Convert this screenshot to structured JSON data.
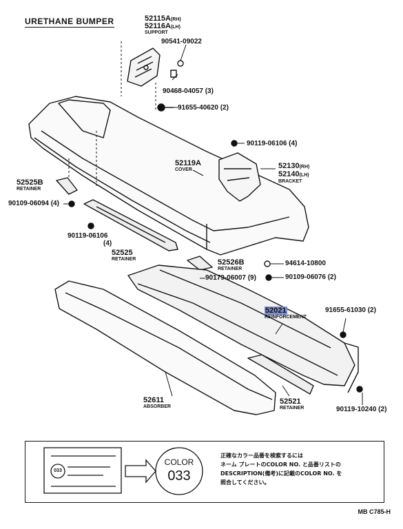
{
  "title": "URETHANE BUMPER",
  "parts": {
    "p52115": "52115A",
    "p52115_side": "(RH)",
    "p52116": "52116A",
    "p52116_side": "(LH)",
    "support": "SUPPORT",
    "p90541": "90541-09022",
    "p90468": "90468-04057 (3)",
    "p91655a": "91655-40620 (2)",
    "p90119a": "90119-06106 (4)",
    "p52119": "52119A",
    "cover": "COVER",
    "p52130": "52130",
    "p52130_side": "(RH)",
    "p52140": "52140",
    "p52140_side": "(LH)",
    "bracket": "BRACKET",
    "p52525b": "52525B",
    "retainer_b": "RETAINER",
    "p90109a": "90109-06094 (4)",
    "p90119b": "90119-06106",
    "p90119b_qty": "(4)",
    "p52525": "52525",
    "retainer_525": "RETAINER",
    "p52526b": "52526B",
    "retainer_526": "RETAINER",
    "p94614": "94614-10800",
    "p90179": "90179-06007 (9)",
    "p90109b": "90109-06076 (2)",
    "p52021": "52021",
    "reinforcement": "REINFORCEMENT",
    "p91655b": "91655-61030 (2)",
    "p52611": "52611",
    "absorber": "ABSORBER",
    "p52521": "52521",
    "retainer_521": "RETAINER",
    "p90119c": "90119-10240 (2)"
  },
  "note": {
    "color_word": "COLOR",
    "color_code": "033",
    "plate_code": "033",
    "jp_line1": "正確なカラー品番を検索するには",
    "jp_line2": "ネーム プレートのCOLOR NO. と品番リストの",
    "jp_line3": "DESCRIPTION(備考)に記載のCOLOR NO. を",
    "jp_line4": "照合してください。"
  },
  "footer": "MB  C785-H"
}
